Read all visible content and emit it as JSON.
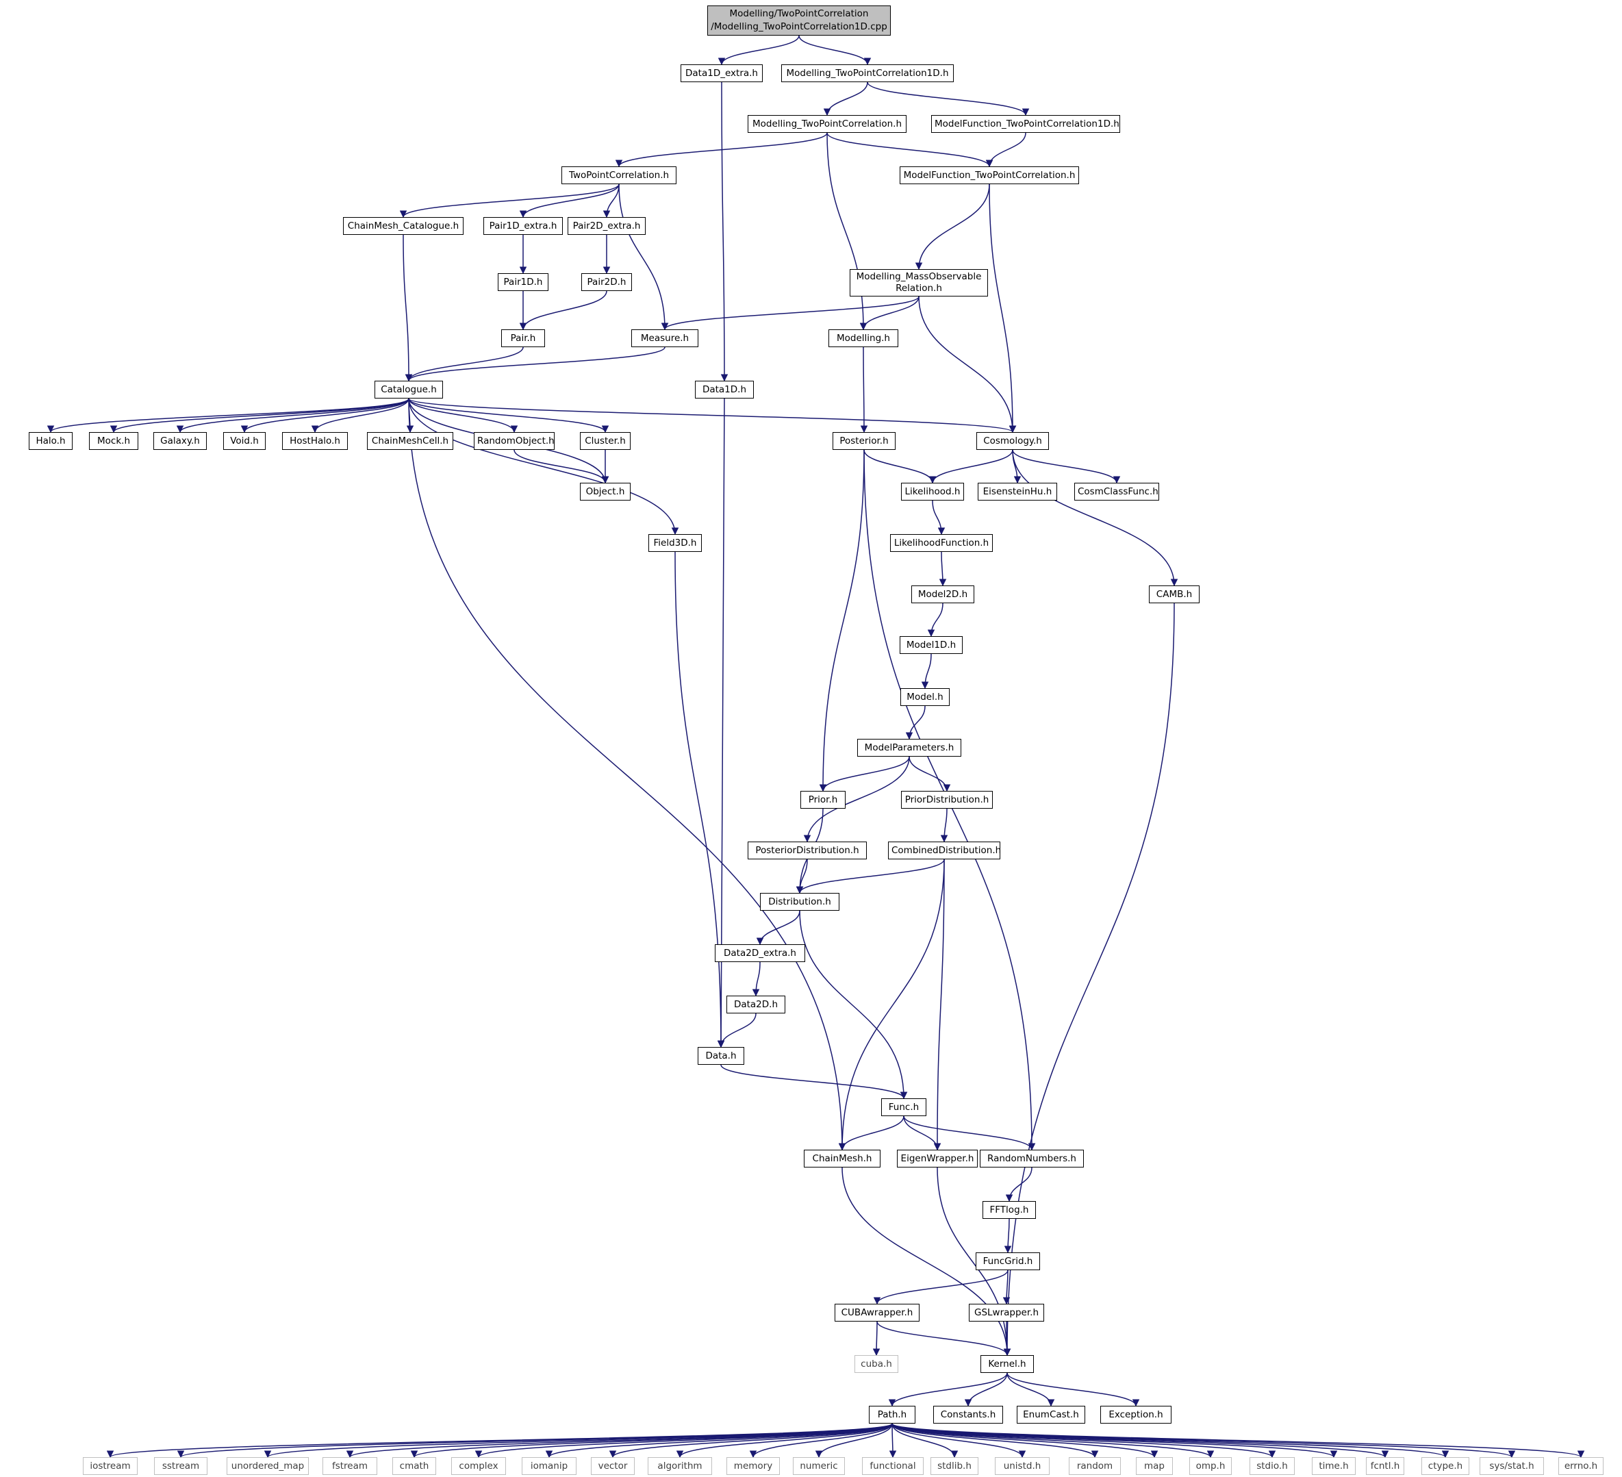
{
  "colors": {
    "edge": "#191970",
    "node_border": "#000000",
    "system_border": "#bfbfbf",
    "root_fill": "#bfbfbf"
  },
  "graph": {
    "nodes": [
      {
        "id": "root",
        "label": "Modelling/TwoPointCorrelation",
        "label2": "/Modelling_TwoPointCorrelation1D.cpp",
        "kind": "root"
      },
      {
        "id": "data1d_extra",
        "label": "Data1D_extra.h"
      },
      {
        "id": "mtpc1d",
        "label": "Modelling_TwoPointCorrelation1D.h"
      },
      {
        "id": "mtpc",
        "label": "Modelling_TwoPointCorrelation.h"
      },
      {
        "id": "mftpc1d",
        "label": "ModelFunction_TwoPointCorrelation1D.h"
      },
      {
        "id": "tpc",
        "label": "TwoPointCorrelation.h"
      },
      {
        "id": "mftpc",
        "label": "ModelFunction_TwoPointCorrelation.h"
      },
      {
        "id": "cmcat",
        "label": "ChainMesh_Catalogue.h"
      },
      {
        "id": "pair1dx",
        "label": "Pair1D_extra.h"
      },
      {
        "id": "pair2dx",
        "label": "Pair2D_extra.h"
      },
      {
        "id": "mmor",
        "label": "Modelling_MassObservable",
        "label2": "Relation.h"
      },
      {
        "id": "pair1d",
        "label": "Pair1D.h"
      },
      {
        "id": "pair2d",
        "label": "Pair2D.h"
      },
      {
        "id": "pair",
        "label": "Pair.h"
      },
      {
        "id": "measure",
        "label": "Measure.h"
      },
      {
        "id": "modelling",
        "label": "Modelling.h"
      },
      {
        "id": "catalogue",
        "label": "Catalogue.h"
      },
      {
        "id": "data1d",
        "label": "Data1D.h"
      },
      {
        "id": "halo",
        "label": "Halo.h"
      },
      {
        "id": "mock",
        "label": "Mock.h"
      },
      {
        "id": "galaxy",
        "label": "Galaxy.h"
      },
      {
        "id": "void",
        "label": "Void.h"
      },
      {
        "id": "hosthalo",
        "label": "HostHalo.h"
      },
      {
        "id": "cmcell",
        "label": "ChainMeshCell.h"
      },
      {
        "id": "randobj",
        "label": "RandomObject.h"
      },
      {
        "id": "cluster",
        "label": "Cluster.h"
      },
      {
        "id": "posterior",
        "label": "Posterior.h"
      },
      {
        "id": "cosmology",
        "label": "Cosmology.h"
      },
      {
        "id": "object",
        "label": "Object.h"
      },
      {
        "id": "likelihood",
        "label": "Likelihood.h"
      },
      {
        "id": "eisenstein",
        "label": "EisensteinHu.h"
      },
      {
        "id": "cosmclass",
        "label": "CosmClassFunc.h"
      },
      {
        "id": "field3d",
        "label": "Field3D.h"
      },
      {
        "id": "likefunc",
        "label": "LikelihoodFunction.h"
      },
      {
        "id": "model2d",
        "label": "Model2D.h"
      },
      {
        "id": "camb",
        "label": "CAMB.h"
      },
      {
        "id": "model1d",
        "label": "Model1D.h"
      },
      {
        "id": "model",
        "label": "Model.h"
      },
      {
        "id": "modelparams",
        "label": "ModelParameters.h"
      },
      {
        "id": "prior",
        "label": "Prior.h"
      },
      {
        "id": "priordist",
        "label": "PriorDistribution.h"
      },
      {
        "id": "postdist",
        "label": "PosteriorDistribution.h"
      },
      {
        "id": "combdist",
        "label": "CombinedDistribution.h"
      },
      {
        "id": "distribution",
        "label": "Distribution.h"
      },
      {
        "id": "data2dx",
        "label": "Data2D_extra.h"
      },
      {
        "id": "data2d",
        "label": "Data2D.h"
      },
      {
        "id": "data",
        "label": "Data.h"
      },
      {
        "id": "func",
        "label": "Func.h"
      },
      {
        "id": "chainmesh",
        "label": "ChainMesh.h"
      },
      {
        "id": "eigen",
        "label": "EigenWrapper.h"
      },
      {
        "id": "randnum",
        "label": "RandomNumbers.h"
      },
      {
        "id": "fftlog",
        "label": "FFTlog.h"
      },
      {
        "id": "funcgrid",
        "label": "FuncGrid.h"
      },
      {
        "id": "cubaw",
        "label": "CUBAwrapper.h"
      },
      {
        "id": "gslw",
        "label": "GSLwrapper.h"
      },
      {
        "id": "cuba",
        "label": "cuba.h",
        "kind": "sys"
      },
      {
        "id": "kernel",
        "label": "Kernel.h"
      },
      {
        "id": "path",
        "label": "Path.h"
      },
      {
        "id": "constants",
        "label": "Constants.h"
      },
      {
        "id": "enumcast",
        "label": "EnumCast.h"
      },
      {
        "id": "exception",
        "label": "Exception.h"
      },
      {
        "id": "s_iostream",
        "label": "iostream",
        "kind": "sys"
      },
      {
        "id": "s_sstream",
        "label": "sstream",
        "kind": "sys"
      },
      {
        "id": "s_umap",
        "label": "unordered_map",
        "kind": "sys"
      },
      {
        "id": "s_fstream",
        "label": "fstream",
        "kind": "sys"
      },
      {
        "id": "s_cmath",
        "label": "cmath",
        "kind": "sys"
      },
      {
        "id": "s_complex",
        "label": "complex",
        "kind": "sys"
      },
      {
        "id": "s_iomanip",
        "label": "iomanip",
        "kind": "sys"
      },
      {
        "id": "s_vector",
        "label": "vector",
        "kind": "sys"
      },
      {
        "id": "s_algorithm",
        "label": "algorithm",
        "kind": "sys"
      },
      {
        "id": "s_memory",
        "label": "memory",
        "kind": "sys"
      },
      {
        "id": "s_numeric",
        "label": "numeric",
        "kind": "sys"
      },
      {
        "id": "s_functional",
        "label": "functional",
        "kind": "sys"
      },
      {
        "id": "s_stdlib",
        "label": "stdlib.h",
        "kind": "sys"
      },
      {
        "id": "s_unistd",
        "label": "unistd.h",
        "kind": "sys"
      },
      {
        "id": "s_random",
        "label": "random",
        "kind": "sys"
      },
      {
        "id": "s_map",
        "label": "map",
        "kind": "sys"
      },
      {
        "id": "s_omp",
        "label": "omp.h",
        "kind": "sys"
      },
      {
        "id": "s_stdio",
        "label": "stdio.h",
        "kind": "sys"
      },
      {
        "id": "s_time",
        "label": "time.h",
        "kind": "sys"
      },
      {
        "id": "s_fcntl",
        "label": "fcntl.h",
        "kind": "sys"
      },
      {
        "id": "s_ctype",
        "label": "ctype.h",
        "kind": "sys"
      },
      {
        "id": "s_sysstat",
        "label": "sys/stat.h",
        "kind": "sys"
      },
      {
        "id": "s_errno",
        "label": "errno.h",
        "kind": "sys"
      }
    ],
    "edges": [
      [
        "root",
        "data1d_extra"
      ],
      [
        "root",
        "mtpc1d"
      ],
      [
        "data1d_extra",
        "data1d"
      ],
      [
        "mtpc1d",
        "mtpc"
      ],
      [
        "mtpc1d",
        "mftpc1d"
      ],
      [
        "mtpc",
        "tpc"
      ],
      [
        "mtpc",
        "mftpc"
      ],
      [
        "mtpc",
        "modelling"
      ],
      [
        "mftpc1d",
        "mftpc"
      ],
      [
        "tpc",
        "cmcat"
      ],
      [
        "tpc",
        "pair1dx"
      ],
      [
        "tpc",
        "pair2dx"
      ],
      [
        "tpc",
        "measure"
      ],
      [
        "mftpc",
        "mmor"
      ],
      [
        "mftpc",
        "cosmology"
      ],
      [
        "cmcat",
        "catalogue"
      ],
      [
        "pair1dx",
        "pair1d"
      ],
      [
        "pair2dx",
        "pair2d"
      ],
      [
        "pair1d",
        "pair"
      ],
      [
        "pair2d",
        "pair"
      ],
      [
        "pair",
        "catalogue"
      ],
      [
        "mmor",
        "measure"
      ],
      [
        "mmor",
        "modelling"
      ],
      [
        "mmor",
        "cosmology"
      ],
      [
        "measure",
        "catalogue"
      ],
      [
        "modelling",
        "posterior"
      ],
      [
        "catalogue",
        "halo"
      ],
      [
        "catalogue",
        "mock"
      ],
      [
        "catalogue",
        "galaxy"
      ],
      [
        "catalogue",
        "void"
      ],
      [
        "catalogue",
        "hosthalo"
      ],
      [
        "catalogue",
        "cmcell"
      ],
      [
        "catalogue",
        "randobj"
      ],
      [
        "catalogue",
        "cluster"
      ],
      [
        "catalogue",
        "object"
      ],
      [
        "catalogue",
        "cosmology"
      ],
      [
        "catalogue",
        "field3d"
      ],
      [
        "catalogue",
        "chainmesh"
      ],
      [
        "randobj",
        "object"
      ],
      [
        "cluster",
        "object"
      ],
      [
        "data1d",
        "data"
      ],
      [
        "posterior",
        "likelihood"
      ],
      [
        "posterior",
        "prior"
      ],
      [
        "posterior",
        "randnum"
      ],
      [
        "cosmology",
        "likelihood"
      ],
      [
        "cosmology",
        "eisenstein"
      ],
      [
        "cosmology",
        "cosmclass"
      ],
      [
        "cosmology",
        "camb"
      ],
      [
        "likelihood",
        "likefunc"
      ],
      [
        "likefunc",
        "model2d"
      ],
      [
        "model2d",
        "model1d"
      ],
      [
        "model1d",
        "model"
      ],
      [
        "model",
        "modelparams"
      ],
      [
        "modelparams",
        "prior"
      ],
      [
        "modelparams",
        "priordist"
      ],
      [
        "modelparams",
        "postdist"
      ],
      [
        "priordist",
        "combdist"
      ],
      [
        "prior",
        "distribution"
      ],
      [
        "postdist",
        "distribution"
      ],
      [
        "combdist",
        "distribution"
      ],
      [
        "combdist",
        "chainmesh"
      ],
      [
        "combdist",
        "eigen"
      ],
      [
        "distribution",
        "data2dx"
      ],
      [
        "distribution",
        "func"
      ],
      [
        "data2dx",
        "data2d"
      ],
      [
        "data2d",
        "data"
      ],
      [
        "field3d",
        "data"
      ],
      [
        "data",
        "func"
      ],
      [
        "func",
        "chainmesh"
      ],
      [
        "func",
        "eigen"
      ],
      [
        "func",
        "randnum"
      ],
      [
        "chainmesh",
        "kernel"
      ],
      [
        "eigen",
        "kernel"
      ],
      [
        "randnum",
        "fftlog"
      ],
      [
        "fftlog",
        "funcgrid"
      ],
      [
        "funcgrid",
        "cubaw"
      ],
      [
        "funcgrid",
        "gslw"
      ],
      [
        "cubaw",
        "cuba"
      ],
      [
        "cubaw",
        "kernel"
      ],
      [
        "gslw",
        "kernel"
      ],
      [
        "camb",
        "kernel"
      ],
      [
        "kernel",
        "path"
      ],
      [
        "kernel",
        "constants"
      ],
      [
        "kernel",
        "enumcast"
      ],
      [
        "kernel",
        "exception"
      ],
      [
        "path",
        "s_iostream"
      ],
      [
        "path",
        "s_sstream"
      ],
      [
        "path",
        "s_umap"
      ],
      [
        "path",
        "s_fstream"
      ],
      [
        "path",
        "s_cmath"
      ],
      [
        "path",
        "s_complex"
      ],
      [
        "path",
        "s_iomanip"
      ],
      [
        "path",
        "s_vector"
      ],
      [
        "path",
        "s_algorithm"
      ],
      [
        "path",
        "s_memory"
      ],
      [
        "path",
        "s_numeric"
      ],
      [
        "path",
        "s_functional"
      ],
      [
        "path",
        "s_stdlib"
      ],
      [
        "path",
        "s_unistd"
      ],
      [
        "path",
        "s_random"
      ],
      [
        "path",
        "s_map"
      ],
      [
        "path",
        "s_omp"
      ],
      [
        "path",
        "s_stdio"
      ],
      [
        "path",
        "s_time"
      ],
      [
        "path",
        "s_fcntl"
      ],
      [
        "path",
        "s_ctype"
      ],
      [
        "path",
        "s_sysstat"
      ],
      [
        "path",
        "s_errno"
      ]
    ]
  }
}
